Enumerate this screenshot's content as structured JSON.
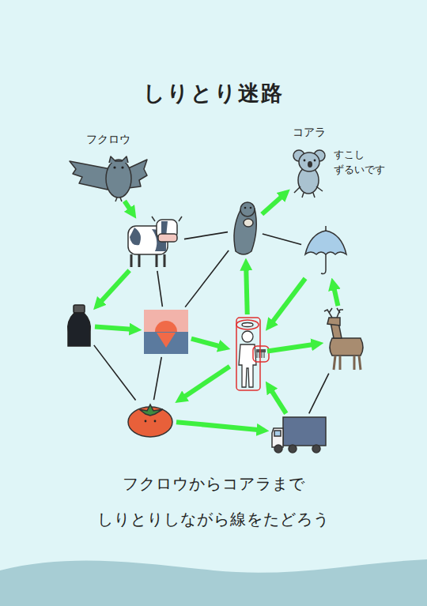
{
  "diagram": {
    "title": "しりとり迷路",
    "caption": "フクロウからコアラまで しりとりしながら線をたどろう",
    "nodes": [
      {
        "text": [
          "フクロウ"
        ]
      },
      {
        "text": [
          "コアラ"
        ]
      },
      {
        "text": []
      },
      {
        "text": []
      },
      {
        "text": []
      },
      {
        "text": []
      },
      {
        "text": []
      },
      {
        "text": []
      },
      {
        "text": []
      },
      {
        "text": []
      },
      {
        "text": []
      }
    ],
    "edges": [
      {
        "from": 0,
        "to": 2,
        "arrow": "to"
      },
      {
        "from": 2,
        "to": 5,
        "arrow": "to"
      },
      {
        "from": 2,
        "to": 3,
        "arrow": "none"
      },
      {
        "from": 2,
        "to": 6,
        "arrow": "none"
      },
      {
        "from": 6,
        "to": 3,
        "arrow": "none"
      },
      {
        "from": 3,
        "to": 1,
        "arrow": "to"
      },
      {
        "from": 3,
        "to": 4,
        "arrow": "none"
      },
      {
        "from": 5,
        "to": 6,
        "arrow": "to"
      },
      {
        "from": 5,
        "to": 9,
        "arrow": "none"
      },
      {
        "from": 6,
        "to": 7,
        "arrow": "to"
      },
      {
        "from": 6,
        "to": 9,
        "arrow": "none"
      },
      {
        "from": 7,
        "to": 3,
        "arrow": "to"
      },
      {
        "from": 7,
        "to": 8,
        "arrow": "to"
      },
      {
        "from": 7,
        "to": 9,
        "arrow": "to"
      },
      {
        "from": 4,
        "to": 7,
        "arrow": "to"
      },
      {
        "from": 8,
        "to": 4,
        "arrow": "to"
      },
      {
        "from": 9,
        "to": 10,
        "arrow": "to"
      },
      {
        "from": 10,
        "to": 7,
        "arrow": "to"
      },
      {
        "from": 10,
        "to": 8,
        "arrow": "none"
      }
    ],
    "labels": [
      "すこし ずるいです"
    ]
  }
}
